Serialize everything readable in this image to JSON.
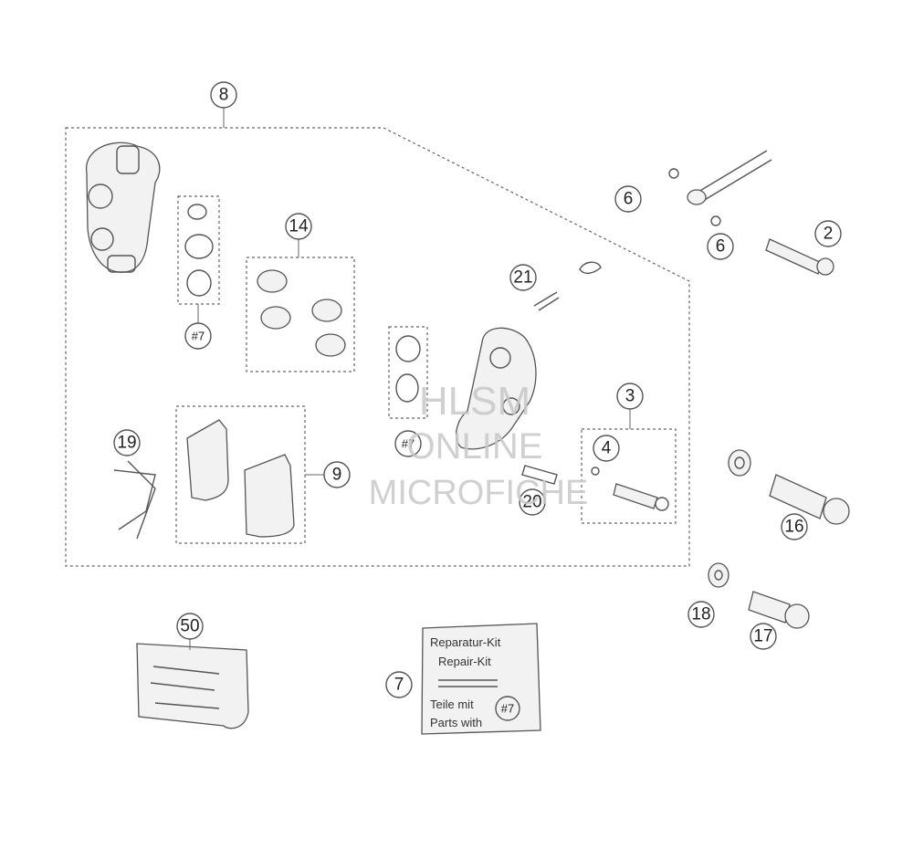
{
  "callouts": {
    "c8": "8",
    "c7a": "#7",
    "c14": "14",
    "c21": "21",
    "c7b": "#7",
    "c6a": "6",
    "c6b": "6",
    "c2": "2",
    "c3": "3",
    "c4": "4",
    "c19": "19",
    "c9": "9",
    "c20": "20",
    "c16": "16",
    "c18": "18",
    "c17": "17",
    "c50": "50",
    "c7": "7",
    "c7c": "#7"
  },
  "repair_kit": {
    "line1": "Reparatur-Kit",
    "line2": "Repair-Kit",
    "line3": "Teile mit",
    "line4": "Parts with"
  },
  "watermark": {
    "line1": "HLSM",
    "line2": "ONLINE",
    "line3": "MICROFICHE"
  }
}
